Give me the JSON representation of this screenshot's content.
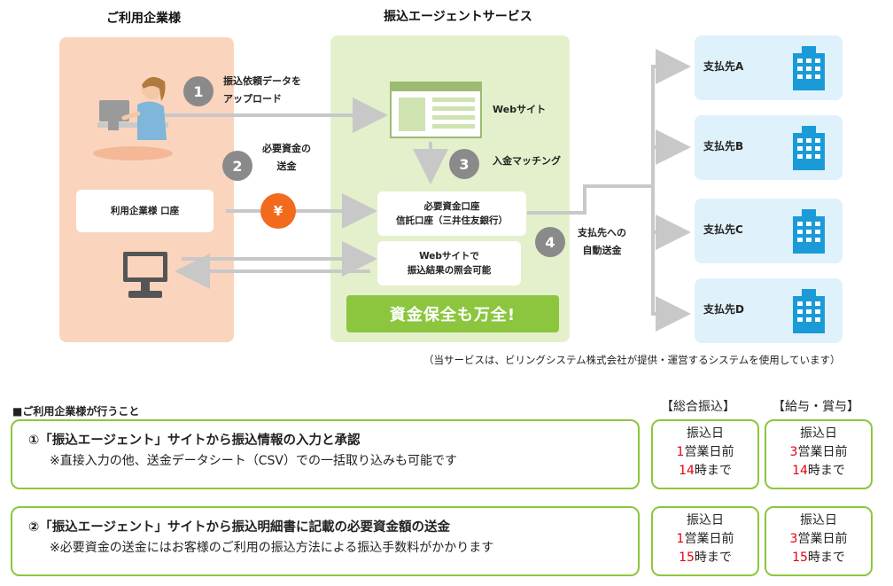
{
  "columns": {
    "client": "ご利用企業様",
    "service": "振込エージェントサービス"
  },
  "steps": {
    "s1_num": "1",
    "s1_label_line1": "振込依頼データを",
    "s1_label_line2": "アップロード",
    "s2_num": "2",
    "s2_label_line1": "必要資金の",
    "s2_label_line2": "送金",
    "s3_num": "3",
    "s3_label": "入金マッチング",
    "s4_num": "4",
    "s4_label_line1": "支払先への",
    "s4_label_line2": "自動送金",
    "yen": "¥"
  },
  "boxes": {
    "client_account": "利用企業様 口座",
    "website": "Webサイト",
    "fund_account_line1": "必要資金口座",
    "fund_account_line2": "信託口座（三井住友銀行）",
    "web_check_line1": "Webサイトで",
    "web_check_line2": "振込結果の照会可能",
    "banner": "資金保全も万全!"
  },
  "payees": [
    "支払先A",
    "支払先B",
    "支払先C",
    "支払先D"
  ],
  "note": "（当サービスは、ビリングシステム株式会社が提供・運営するシステムを使用しています）",
  "section": {
    "title": "■ご利用企業様が行うこと",
    "hdr_general": "【総合振込】",
    "hdr_salary": "【給与・賞与】",
    "task1_title": "①「振込エージェント」サイトから振込情報の入力と承認",
    "task1_note": "※直接入力の他、送金データシート（CSV）での一括取り込みも可能です",
    "task2_title": "②「振込エージェント」サイトから振込明細書に記載の必要資金額の送金",
    "task2_note": "※必要資金の送金にはお客様のご利用の振込方法による振込手数料がかかります",
    "date_label": "振込日",
    "days_suffix": "営業日前",
    "general_days": "1",
    "salary_days": "3",
    "t1_general_time": "14",
    "t1_salary_time": "14",
    "t2_general_time": "15",
    "t2_salary_time": "15",
    "time_suffix": "時まで"
  },
  "colors": {
    "client_panel": "#fbd4bd",
    "service_panel": "#e3f0cb",
    "payee_panel": "#dff1fb",
    "accent_green": "#8cc63f",
    "yen_orange": "#f26a1b",
    "step_gray": "#8a8a8a",
    "emphasis_red": "#e60012"
  }
}
